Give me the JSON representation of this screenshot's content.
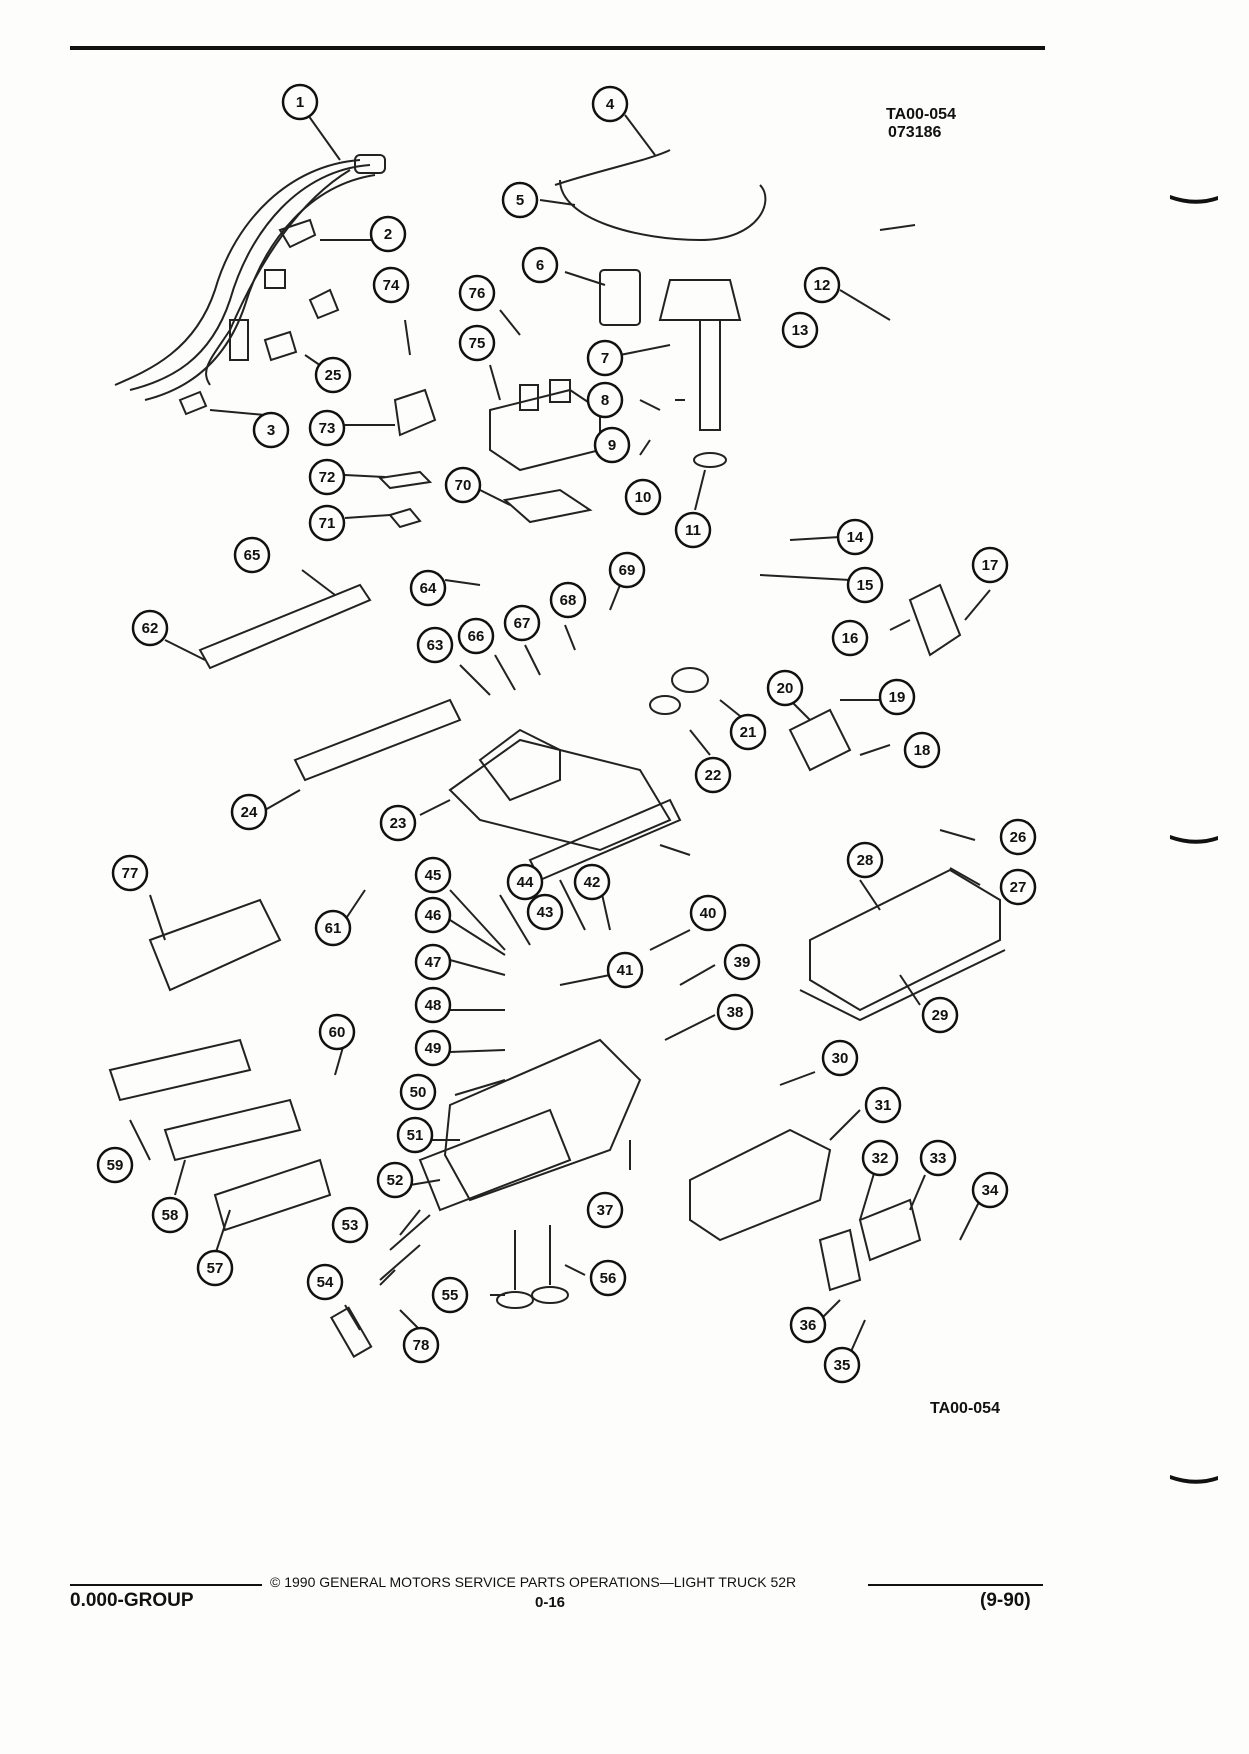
{
  "diagram": {
    "ref_code_top": "TA00-054",
    "ref_code_date": "073186",
    "ref_code_bottom": "TA00-054",
    "callouts": [
      "1",
      "2",
      "3",
      "4",
      "5",
      "6",
      "7",
      "8",
      "9",
      "10",
      "11",
      "12",
      "13",
      "14",
      "15",
      "16",
      "17",
      "18",
      "19",
      "20",
      "21",
      "22",
      "23",
      "24",
      "25",
      "26",
      "27",
      "28",
      "29",
      "30",
      "31",
      "32",
      "33",
      "34",
      "35",
      "36",
      "37",
      "38",
      "39",
      "40",
      "41",
      "42",
      "43",
      "44",
      "45",
      "46",
      "47",
      "48",
      "49",
      "50",
      "51",
      "52",
      "53",
      "54",
      "55",
      "56",
      "57",
      "58",
      "59",
      "60",
      "61",
      "62",
      "63",
      "64",
      "65",
      "66",
      "67",
      "68",
      "69",
      "70",
      "71",
      "72",
      "73",
      "74",
      "75",
      "76",
      "77",
      "78"
    ]
  },
  "footer": {
    "copyright": "© 1990 GENERAL MOTORS SERVICE PARTS OPERATIONS—LIGHT TRUCK 52R",
    "group": "0.000-GROUP",
    "page": "0-16",
    "revision": "(9-90)"
  }
}
